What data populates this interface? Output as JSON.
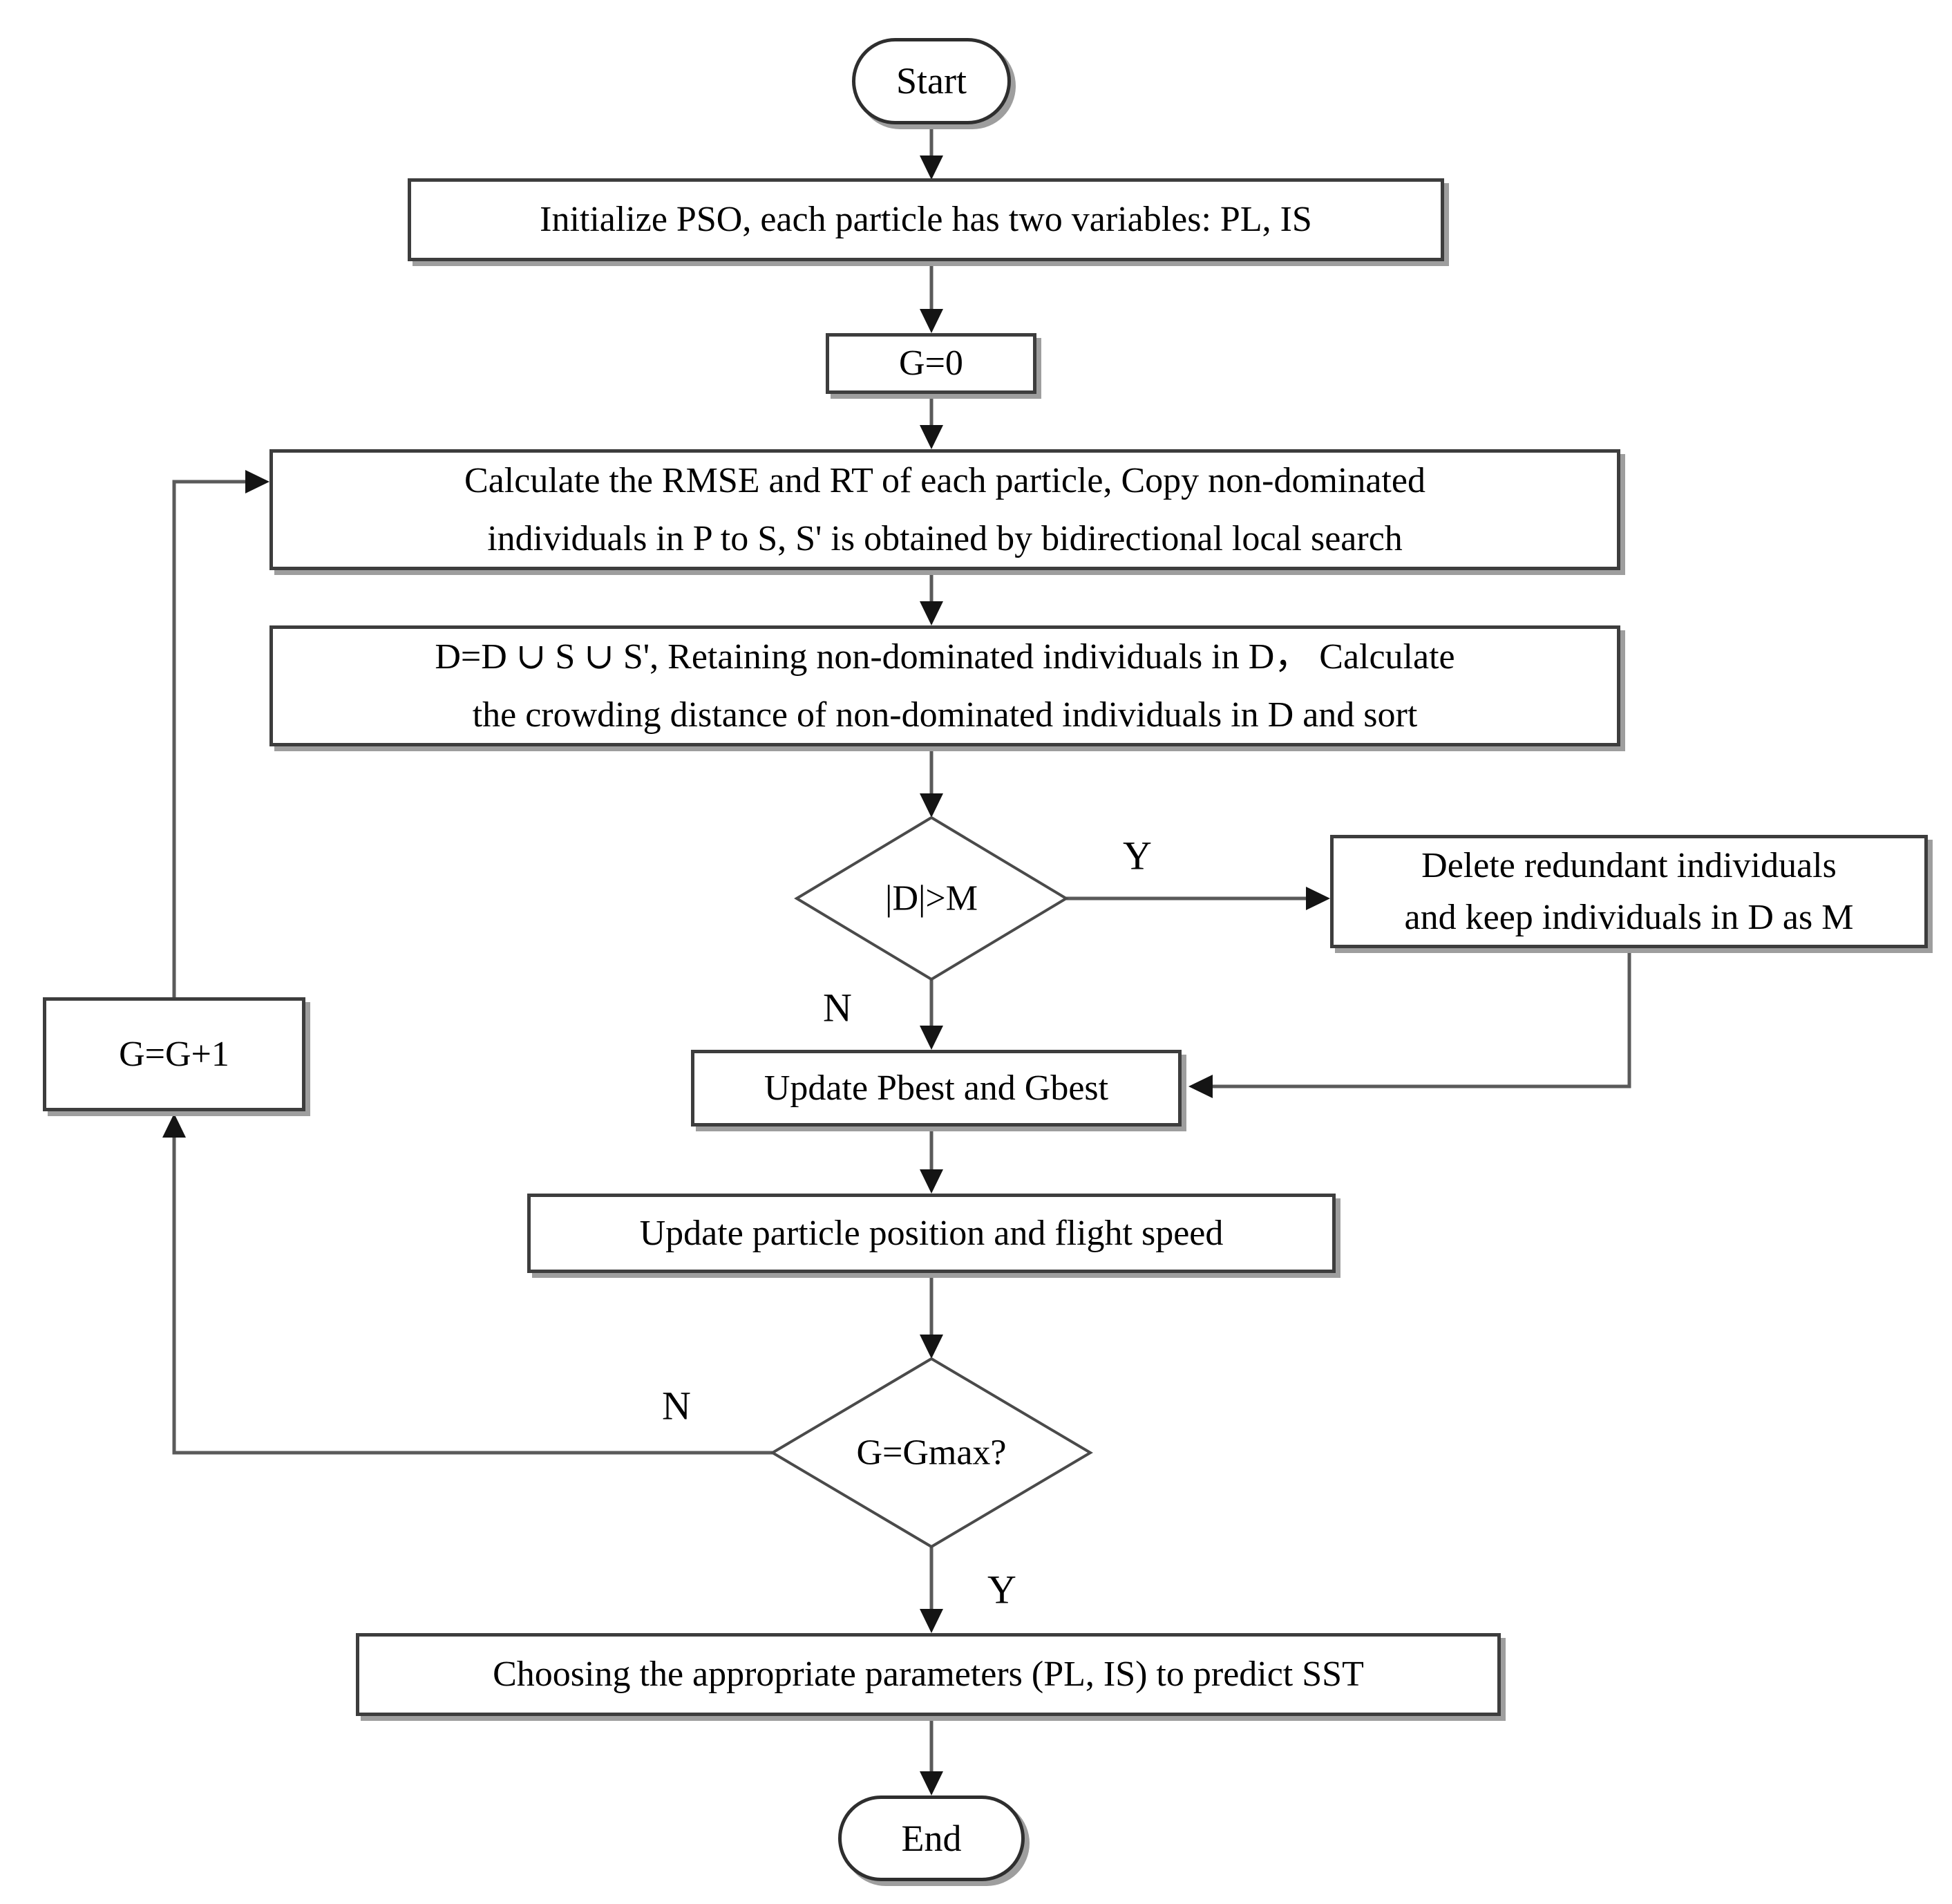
{
  "diagram": {
    "kind": "flowchart",
    "background_color": "#ffffff",
    "line_color": "#5a5a5a",
    "border_color": "#3d3d3d",
    "arrow_color": "#141414",
    "text_color": "#000000",
    "nodes": {
      "start": {
        "shape": "stadium",
        "label": "Start"
      },
      "initialize": {
        "shape": "process",
        "label": "Initialize PSO, each particle has two variables:  PL, IS"
      },
      "g_zero": {
        "shape": "process",
        "label": "G=0"
      },
      "calculate": {
        "shape": "process",
        "line1": "Calculate the RMSE and RT of each particle, Copy non-dominated",
        "line2": "individuals in P to S, S' is obtained by bidirectional local search"
      },
      "d_union": {
        "shape": "process",
        "line1": "D=D ∪ S ∪  S', Retaining non-dominated individuals in D，  Calculate",
        "line2": "the crowding distance of non-dominated individuals in D and sort"
      },
      "d_size_check": {
        "shape": "decision",
        "label": "|D|>M"
      },
      "delete_redundant": {
        "shape": "process",
        "line1": "Delete redundant individuals",
        "line2": "and keep individuals in D as M"
      },
      "update_best": {
        "shape": "process",
        "label": "Update Pbest  and Gbest"
      },
      "g_increment": {
        "shape": "process",
        "label": "G=G+1"
      },
      "update_particle": {
        "shape": "process",
        "label": "Update particle position and flight speed"
      },
      "gmax_check": {
        "shape": "decision",
        "label": "G=Gmax?"
      },
      "choose_parameters": {
        "shape": "process",
        "label": "Choosing the appropriate  parameters  (PL, IS) to predict SST"
      },
      "end": {
        "shape": "stadium",
        "label": "End"
      }
    },
    "edge_labels": {
      "d_size_yes": "Y",
      "d_size_no": "N",
      "gmax_no": "N",
      "gmax_yes": "Y"
    }
  }
}
